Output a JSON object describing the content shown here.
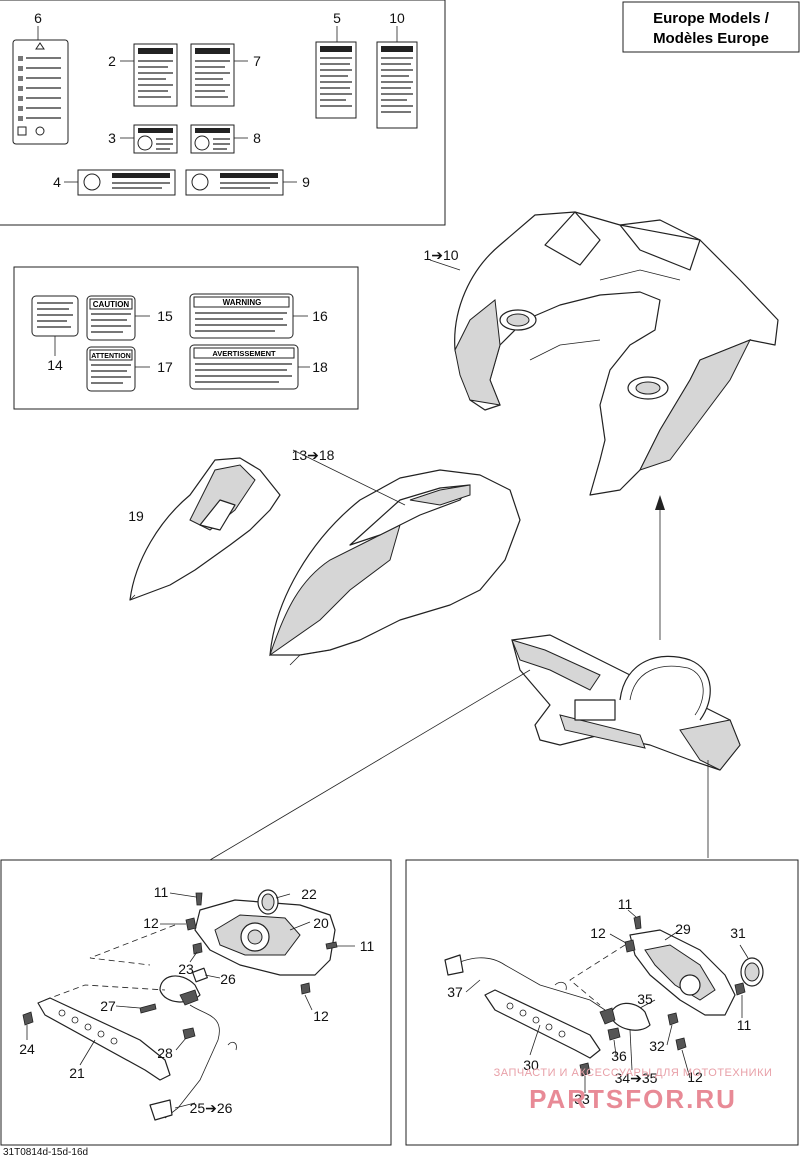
{
  "title": {
    "line1": "Europe Models /",
    "line2": "Modèles Europe"
  },
  "drawing_code": "31T0814d-15d-16d",
  "watermark": {
    "line1": "ЗАПЧАСТИ И АКСЕССУАРЫ ДЛЯ МОТОТЕХНИКИ",
    "line2": "PARTSFOR.RU"
  },
  "decals": {
    "caution": "CAUTION",
    "warning": "WARNING",
    "attention": "ATTENTION",
    "avertissement": "AVERTISSEMENT"
  },
  "callouts": {
    "c6": "6",
    "c5": "5",
    "c10": "10",
    "c2": "2",
    "c7": "7",
    "c3": "3",
    "c8": "8",
    "c4": "4",
    "c9": "9",
    "c1_10": "1➔10",
    "c15": "15",
    "c16": "16",
    "c14": "14",
    "c17": "17",
    "c18": "18",
    "c13_18": "13➔18",
    "c19": "19",
    "l11a": "11",
    "l22": "22",
    "l12a": "12",
    "l20": "20",
    "l11b": "11",
    "l23": "23",
    "l26": "26",
    "l27": "27",
    "l12b": "12",
    "l24": "24",
    "l28": "28",
    "l21": "21",
    "l25_26": "25➔26",
    "r11a": "11",
    "r12a": "12",
    "r29": "29",
    "r31": "31",
    "r37": "37",
    "r35": "35",
    "r11b": "11",
    "r32": "32",
    "r12b": "12",
    "r30": "30",
    "r36": "36",
    "r34_35": "34➔35",
    "r33": "33"
  }
}
